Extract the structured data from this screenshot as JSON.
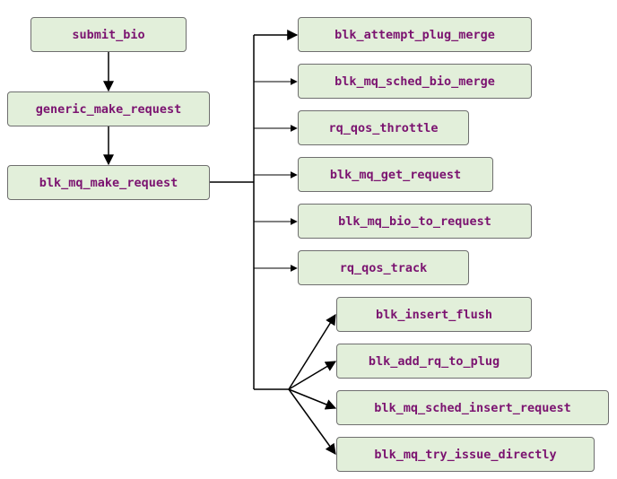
{
  "nodes": {
    "submit_bio": "submit_bio",
    "generic_make_request": "generic_make_request",
    "blk_mq_make_request": "blk_mq_make_request",
    "blk_attempt_plug_merge": "blk_attempt_plug_merge",
    "blk_mq_sched_bio_merge": "blk_mq_sched_bio_merge",
    "rq_qos_throttle": "rq_qos_throttle",
    "blk_mq_get_request": "blk_mq_get_request",
    "blk_mq_bio_to_request": "blk_mq_bio_to_request",
    "rq_qos_track": "rq_qos_track",
    "blk_insert_flush": "blk_insert_flush",
    "blk_add_rq_to_plug": "blk_add_rq_to_plug",
    "blk_mq_sched_insert_request": "blk_mq_sched_insert_request",
    "blk_mq_try_issue_directly": "blk_mq_try_issue_directly"
  },
  "edges": [
    [
      "submit_bio",
      "generic_make_request"
    ],
    [
      "generic_make_request",
      "blk_mq_make_request"
    ],
    [
      "blk_mq_make_request",
      "blk_attempt_plug_merge"
    ],
    [
      "blk_mq_make_request",
      "blk_mq_sched_bio_merge"
    ],
    [
      "blk_mq_make_request",
      "rq_qos_throttle"
    ],
    [
      "blk_mq_make_request",
      "blk_mq_get_request"
    ],
    [
      "blk_mq_make_request",
      "blk_mq_bio_to_request"
    ],
    [
      "blk_mq_make_request",
      "rq_qos_track"
    ],
    [
      "blk_mq_make_request",
      "blk_insert_flush"
    ],
    [
      "blk_mq_make_request",
      "blk_add_rq_to_plug"
    ],
    [
      "blk_mq_make_request",
      "blk_mq_sched_insert_request"
    ],
    [
      "blk_mq_make_request",
      "blk_mq_try_issue_directly"
    ]
  ],
  "colors": {
    "node_fill": "#e2efda",
    "node_border": "#6f6f6f",
    "node_text": "#7b1370",
    "connector": "#000000"
  }
}
